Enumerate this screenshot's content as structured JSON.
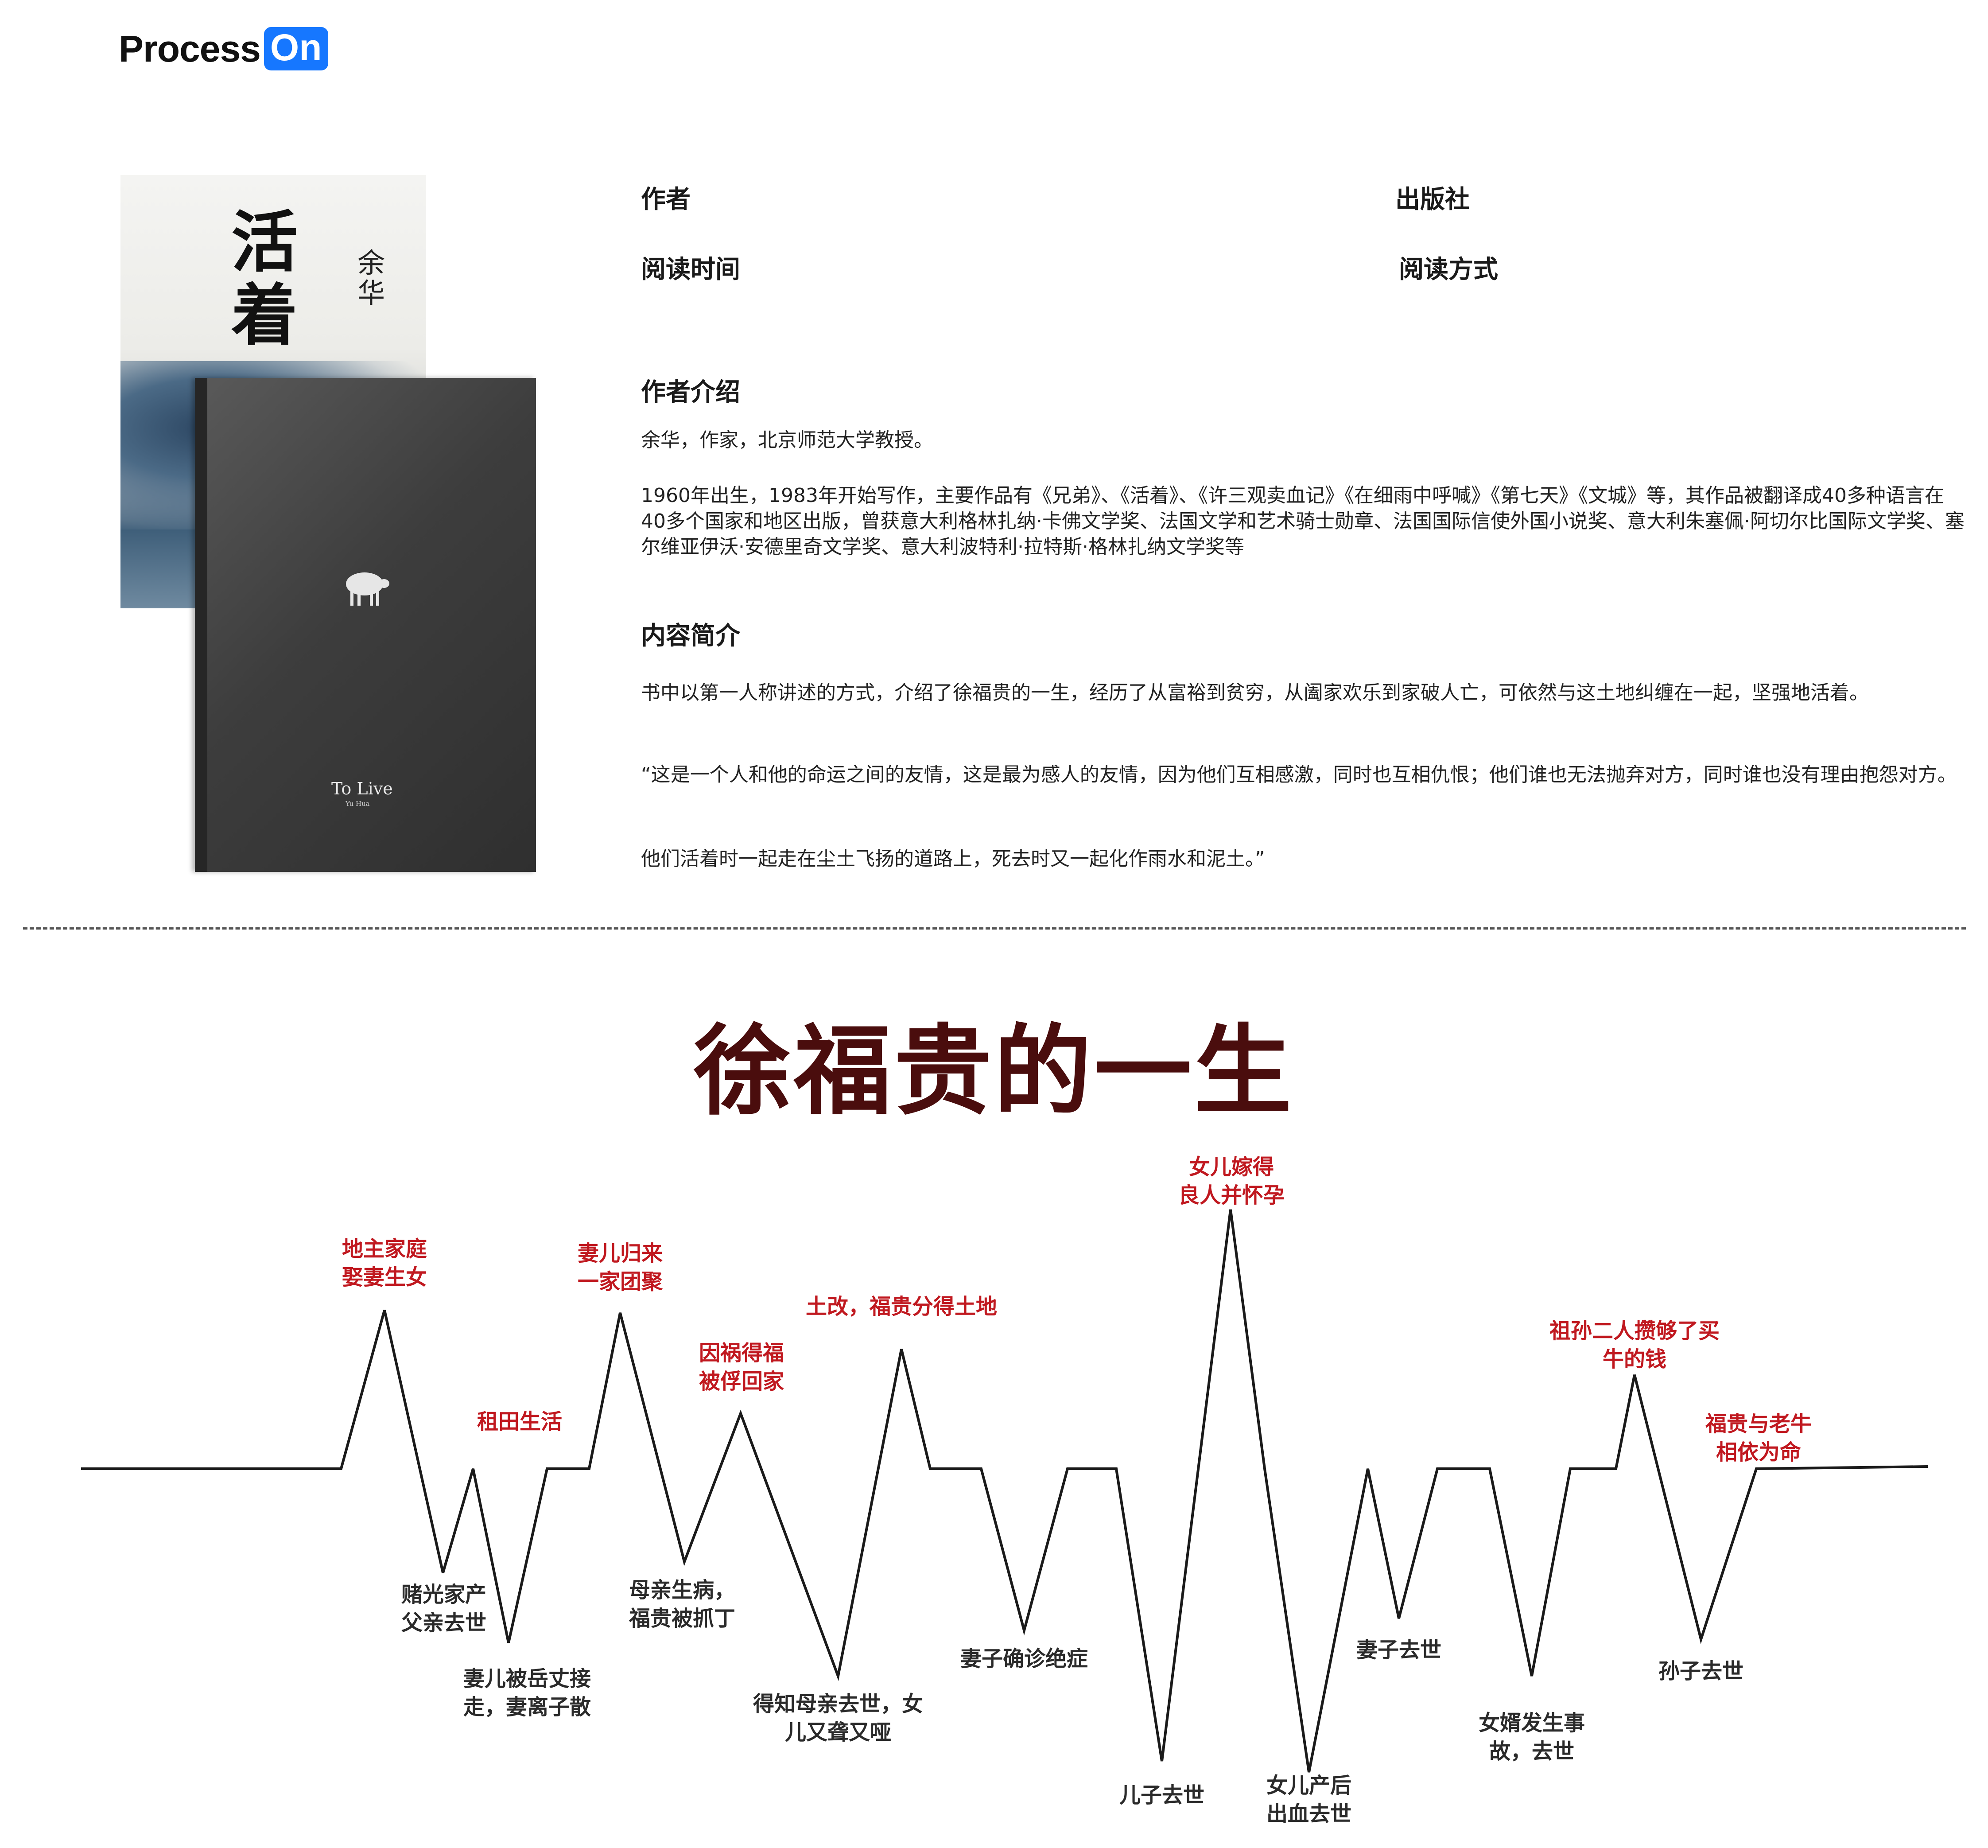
{
  "logo": {
    "text": "Process",
    "box": "On",
    "box_color": "#1677ff"
  },
  "cover": {
    "title": "活着",
    "author": "余华",
    "en_title": "To Live",
    "en_author": "Yu Hua"
  },
  "info": {
    "author_label": "作者",
    "publisher_label": "出版社",
    "read_time_label": "阅读时间",
    "read_mode_label": "阅读方式"
  },
  "author_intro": {
    "heading": "作者介绍",
    "p1": "余华，作家，北京师范大学教授。",
    "p2": "1960年出生，1983年开始写作，主要作品有《兄弟》、《活着》、《许三观卖血记》《在细雨中呼喊》《第七天》《文城》等，其作品被翻译成40多种语言在40多个国家和地区出版，曾获意大利格林扎纳·卡佛文学奖、法国文学和艺术骑士勋章、法国国际信使外国小说奖、意大利朱塞佩·阿切尔比国际文学奖、塞尔维亚伊沃·安德里奇文学奖、意大利波特利·拉特斯·格林扎纳文学奖等"
  },
  "content_intro": {
    "heading": "内容简介",
    "p1": "书中以第一人称讲述的方式，介绍了徐福贵的一生，经历了从富裕到贫穷，从阖家欢乐到家破人亡，可依然与这土地纠缠在一起，坚强地活着。",
    "p2": "“这是一个人和他的命运之间的友情，这是最为感人的友情，因为他们互相感激，同时也互相仇恨；他们谁也无法抛弃对方，同时谁也没有理由抱怨对方。",
    "p3": "他们活着时一起走在尘土飞扬的道路上，死去时又一起化作雨水和泥土。”"
  },
  "timeline": {
    "title": "徐福贵的一生",
    "colors": {
      "high": "#c0181f",
      "low": "#2a2a2a",
      "line": "#1a1a1a",
      "title": "#4a0d0d"
    },
    "events": [
      {
        "kind": "high",
        "label": [
          "地主家庭",
          "娶妻生女"
        ]
      },
      {
        "kind": "low",
        "label": [
          "赌光家产",
          "父亲去世"
        ]
      },
      {
        "kind": "high",
        "label": [
          "租田生活"
        ]
      },
      {
        "kind": "low",
        "label": [
          "妻儿被岳丈接",
          "走，妻离子散"
        ]
      },
      {
        "kind": "high",
        "label": [
          "妻儿归来",
          "一家团聚"
        ]
      },
      {
        "kind": "low",
        "label": [
          "母亲生病，",
          "福贵被抓丁"
        ]
      },
      {
        "kind": "high",
        "label": [
          "因祸得福",
          "被俘回家"
        ]
      },
      {
        "kind": "low",
        "label": [
          "得知母亲去世，女",
          "儿又聋又哑"
        ]
      },
      {
        "kind": "high",
        "label": [
          "土改，福贵分得土地"
        ]
      },
      {
        "kind": "low",
        "label": [
          "妻子确诊绝症"
        ]
      },
      {
        "kind": "low",
        "label": [
          "儿子去世"
        ]
      },
      {
        "kind": "high",
        "label": [
          "女儿嫁得",
          "良人并怀孕"
        ]
      },
      {
        "kind": "low",
        "label": [
          "女儿产后",
          "出血去世"
        ]
      },
      {
        "kind": "low",
        "label": [
          "妻子去世"
        ]
      },
      {
        "kind": "low",
        "label": [
          "女婿发生事",
          "故，去世"
        ]
      },
      {
        "kind": "high",
        "label": [
          "祖孙二人攒够了买",
          "牛的钱"
        ]
      },
      {
        "kind": "low",
        "label": [
          "孙子去世"
        ]
      },
      {
        "kind": "high",
        "label": [
          "福贵与老牛",
          "相依为命"
        ]
      }
    ]
  }
}
